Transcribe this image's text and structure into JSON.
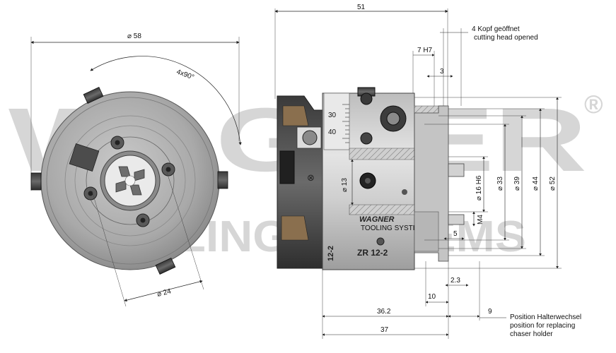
{
  "watermark": {
    "brand": "WAGNER",
    "registered": "®",
    "subtitle": "TOOLING SYSTEMS"
  },
  "front_view": {
    "outer_diameter": "⌀ 58",
    "angle": "4x90°",
    "bolt_diameter": "⌀ 24"
  },
  "side_view": {
    "dims": {
      "total_length": "51",
      "slot_width": "7 H7",
      "offset": "3",
      "bore": "⌀ 13",
      "pilot": "⌀ 16 H6",
      "d33": "⌀ 33",
      "d39": "⌀ 39",
      "d44": "⌀ 44",
      "d52": "⌀ 52",
      "thread": "M4",
      "five": "5",
      "ten": "10",
      "two_three": "2.3",
      "nine": "9",
      "len_36": "36.2",
      "len_37": "37"
    },
    "scale_ticks": [
      "30",
      "40"
    ],
    "body_logo": "WAGNER",
    "body_logo_sub": "TOOLING SYSTEMS",
    "body_marking": "ZR 12-2",
    "side_marking": "12-2"
  },
  "notes": {
    "open_de": "4 Kopf geöffnet",
    "open_en": "cutting head opened",
    "holder_de": "Position Halterwechsel",
    "holder_en1": "position for replacing",
    "holder_en2": "chaser holder"
  }
}
